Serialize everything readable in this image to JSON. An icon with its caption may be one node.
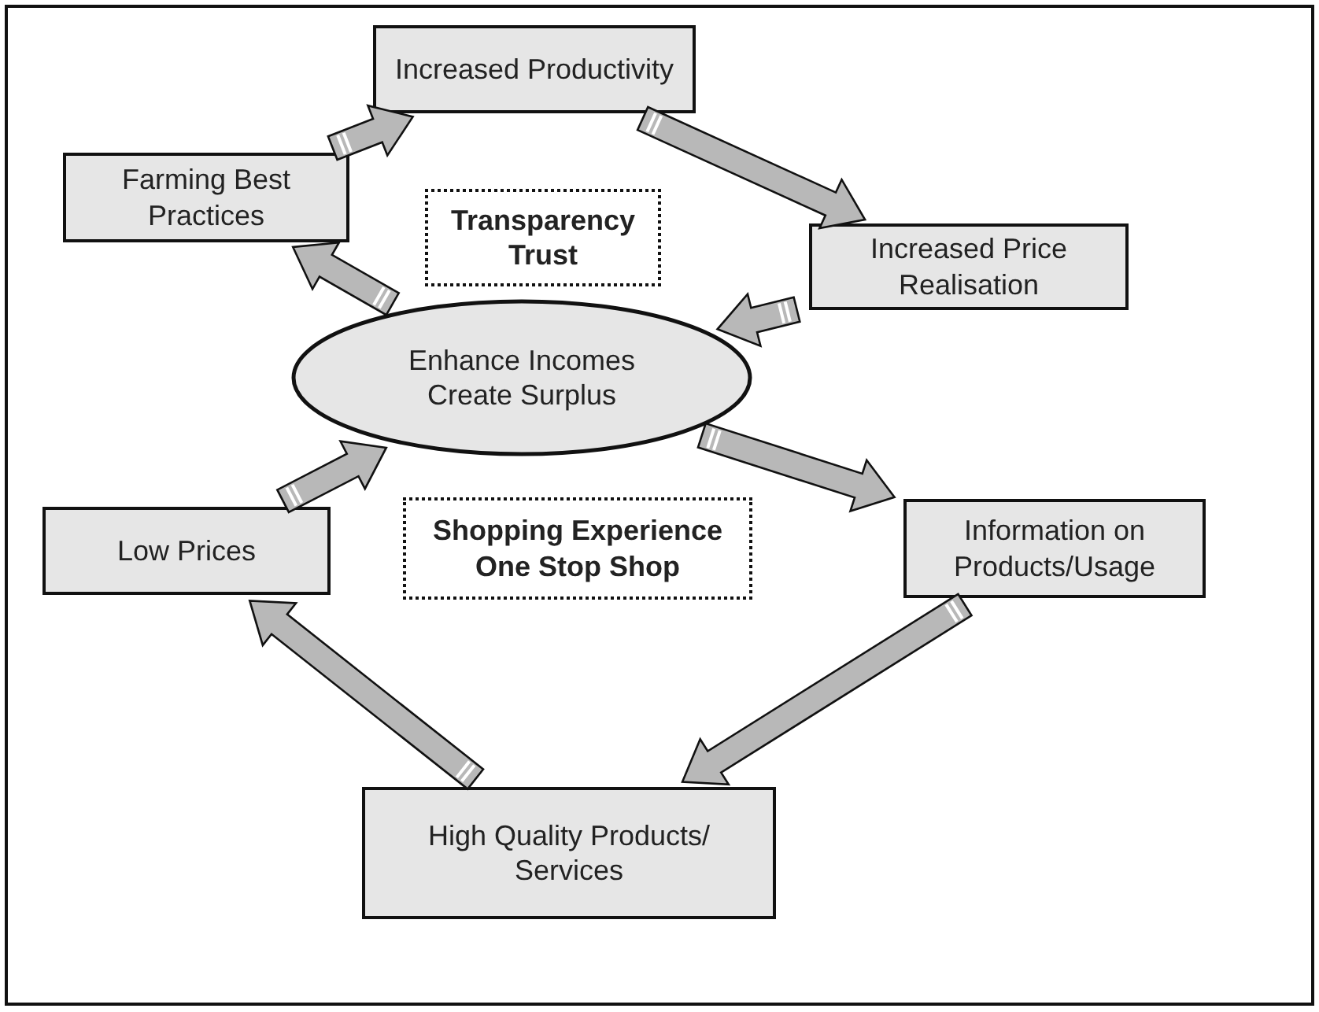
{
  "diagram": {
    "nodes": [
      {
        "text": [
          "Increased Productivity"
        ]
      },
      {
        "text": [
          "Farming Best Practices"
        ]
      },
      {
        "text": [
          "Transparency Trust"
        ]
      },
      {
        "text": [
          "Increased Price Realisation"
        ]
      },
      {
        "text": [
          "Enhance Incomes Create Surplus"
        ]
      },
      {
        "text": [
          "Low Prices"
        ]
      },
      {
        "text": [
          "Shopping Experience One Stop Shop"
        ]
      },
      {
        "text": [
          "Information on Products/Usage"
        ]
      },
      {
        "text": [
          "High Quality Products/ Services"
        ]
      }
    ],
    "edges": [
      {
        "from": 1,
        "to": 0,
        "arrow": "to"
      },
      {
        "from": 0,
        "to": 3,
        "arrow": "to"
      },
      {
        "from": 3,
        "to": 4,
        "arrow": "to"
      },
      {
        "from": 4,
        "to": 1,
        "arrow": "to"
      },
      {
        "from": 4,
        "to": 7,
        "arrow": "to"
      },
      {
        "from": 7,
        "to": 8,
        "arrow": "to"
      },
      {
        "from": 8,
        "to": 5,
        "arrow": "to"
      },
      {
        "from": 5,
        "to": 4,
        "arrow": "to"
      }
    ]
  }
}
